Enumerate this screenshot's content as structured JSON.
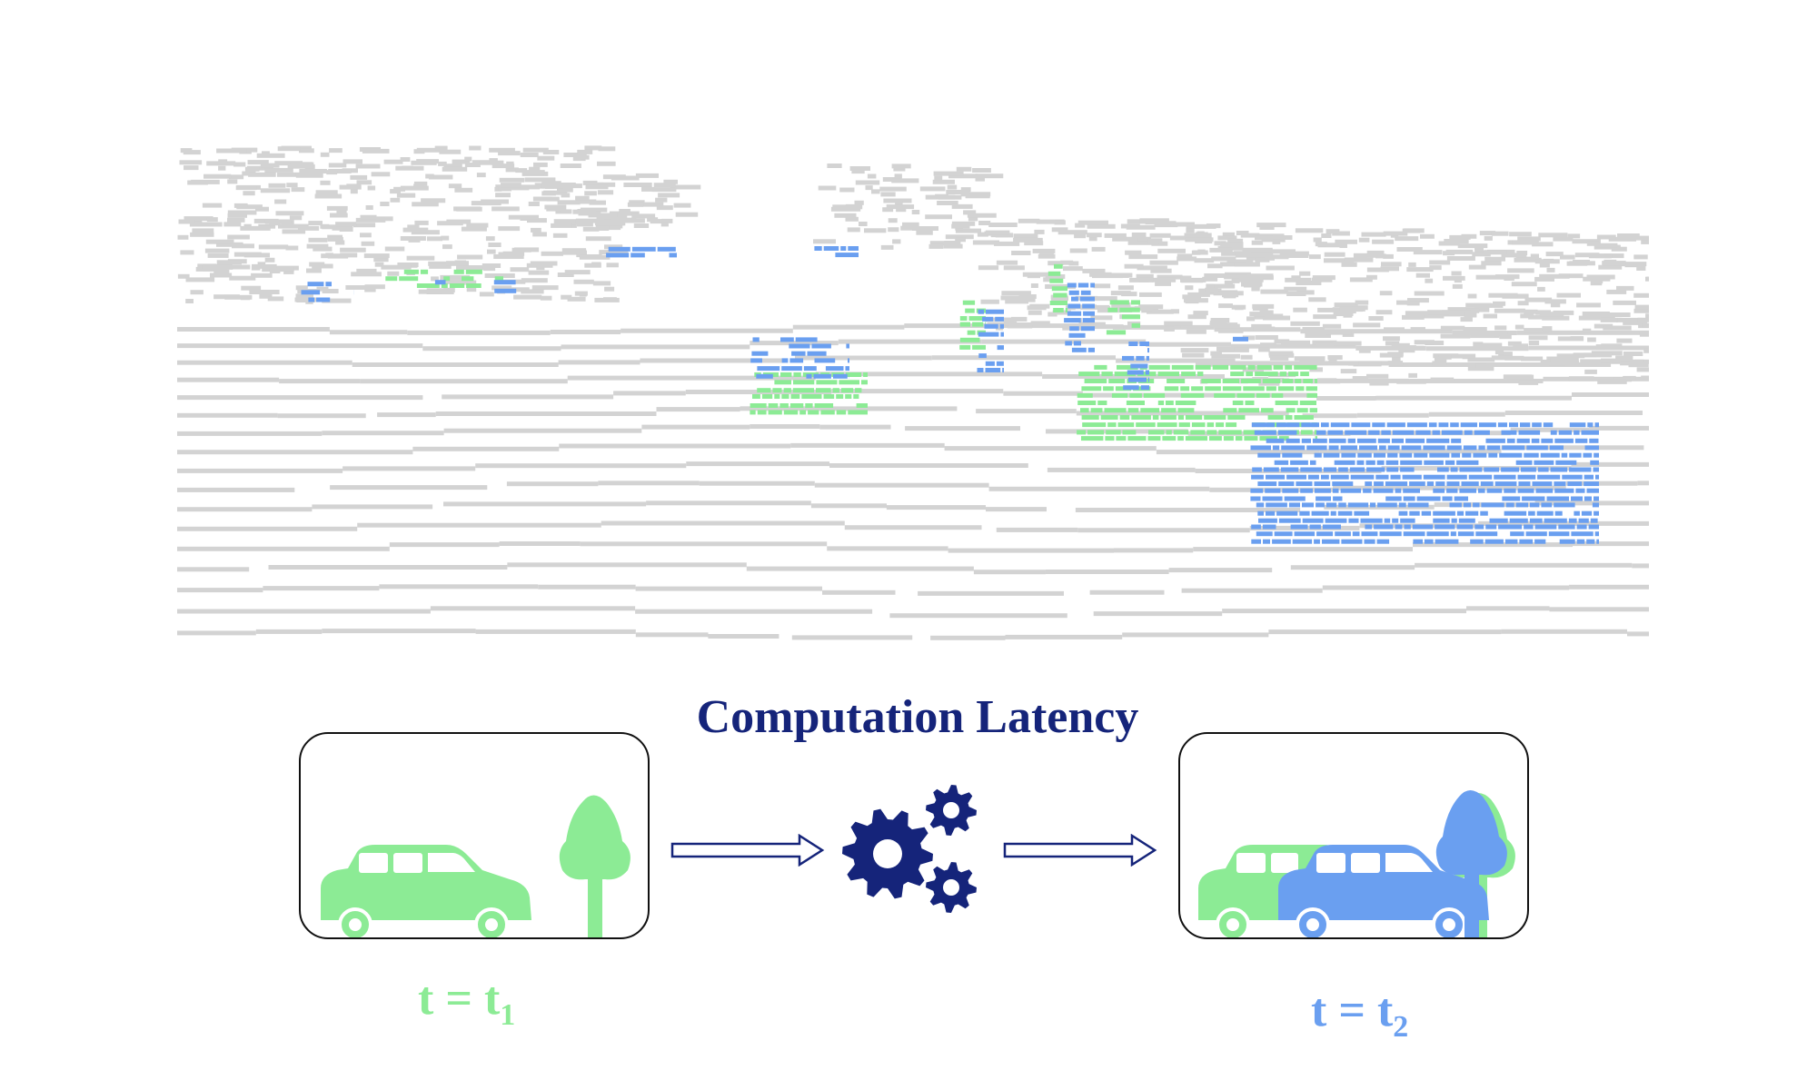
{
  "title": "Computation Latency",
  "labels": {
    "left_time": "t = t",
    "left_sub": "1",
    "right_time": "t = t",
    "right_sub": "2"
  },
  "colors": {
    "gray_points": "#d3d3d3",
    "green": "#8ceb95",
    "blue": "#6a9ff0",
    "navy": "#15247a",
    "border": "#111111"
  },
  "icons": {
    "gears": "gears-icon",
    "car": "car-icon",
    "tree": "tree-icon",
    "arrow": "arrow-right-icon"
  }
}
